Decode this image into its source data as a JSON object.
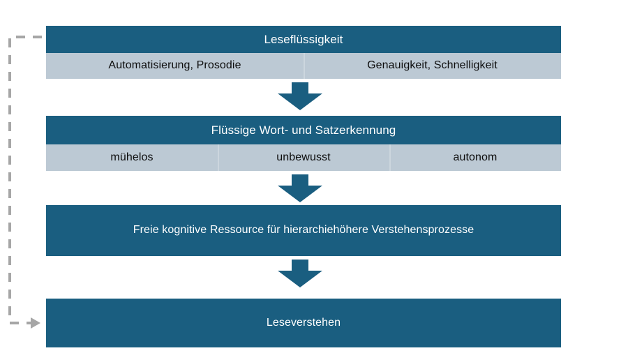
{
  "diagram": {
    "title": "Leseflüssigkeit",
    "colors": {
      "primary_dark_blue": "#1a5e80",
      "secondary_light_blue": "#bcc9d4",
      "feedback_arrow_gray": "#a6a6a6",
      "title_text": "#ffffff",
      "cell_text": "#0d0d0d"
    },
    "blocks": [
      {
        "title": "Leseflüssigkeit",
        "cells": [
          "Automatisierung, Prosodie",
          "Genauigkeit, Schnelligkeit"
        ]
      },
      {
        "title": "Flüssige Wort- und Satzerkennung",
        "cells": [
          "mühelos",
          "unbewusst",
          "autonom"
        ]
      },
      {
        "title": "Freie kognitive Ressource für hierarchiehöhere Verstehensprozesse",
        "cells": []
      },
      {
        "title": "Leseverstehen",
        "cells": []
      }
    ],
    "connectors": {
      "down_arrows": 3,
      "feedback_arrow_label": "Leseverstehen zurück zu Leseflüssigkeit"
    }
  }
}
